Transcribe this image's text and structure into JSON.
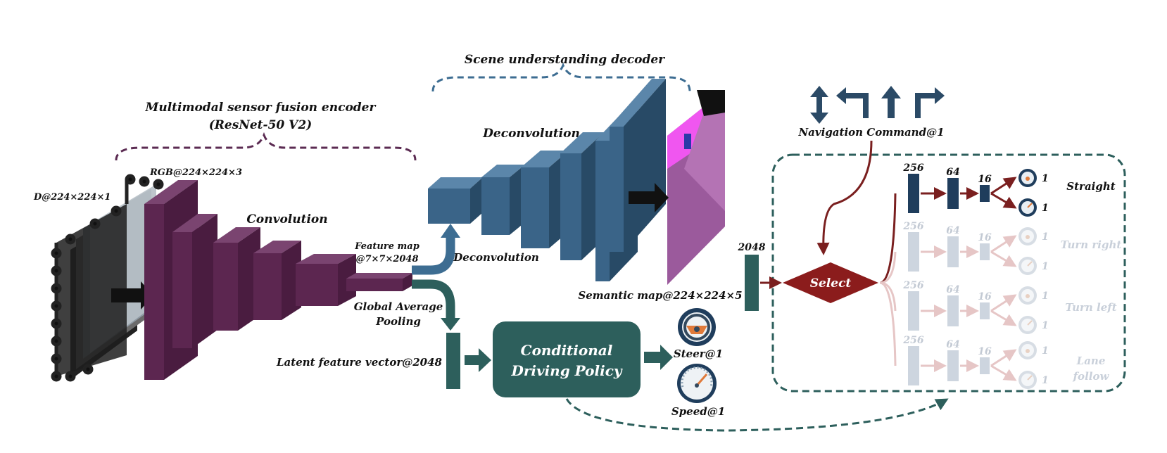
{
  "colors": {
    "encoder": "#6a2f5a",
    "decoder": "#3d6d92",
    "policy": "#2d5f5c",
    "select": "#8b1c1c",
    "arrow_dark": "#111111",
    "faded": "#cdd5df"
  },
  "encoder": {
    "title": "Multimodal sensor fusion encoder",
    "subtitle": "(ResNet-50 V2)",
    "depth_input": "D@224×224×1",
    "rgb_input": "RGB@224×224×3",
    "block_label": "Convolution",
    "feature_map_line1": "Feature map",
    "feature_map_line2": "@7×7×2048"
  },
  "decoder": {
    "title": "Scene understanding decoder",
    "block_label": "Deconvolution",
    "side_label": "Deconvolution",
    "output": "Semantic map@224×224×5"
  },
  "pooling": {
    "line1": "Global Average",
    "line2": "Pooling",
    "latent": "Latent feature vector@2048"
  },
  "policy": {
    "line1": "Conditional",
    "line2": "Driving Policy",
    "steer": "Steer@1",
    "speed": "Speed@1"
  },
  "navigation": {
    "label": "Navigation Command@1",
    "icons": [
      "up-down-arrow-icon",
      "turn-left-arrow-icon",
      "straight-arrow-icon",
      "turn-right-arrow-icon"
    ]
  },
  "branches": {
    "input_dim": "2048",
    "select_label": "Select",
    "dims": [
      "256",
      "64",
      "16"
    ],
    "output_value": "1",
    "items": [
      {
        "label_line1": "Straight",
        "label_line2": "",
        "active": true
      },
      {
        "label_line1": "Turn right",
        "label_line2": "",
        "active": false
      },
      {
        "label_line1": "Turn left",
        "label_line2": "",
        "active": false
      },
      {
        "label_line1": "Lane",
        "label_line2": "follow",
        "active": false
      }
    ]
  }
}
